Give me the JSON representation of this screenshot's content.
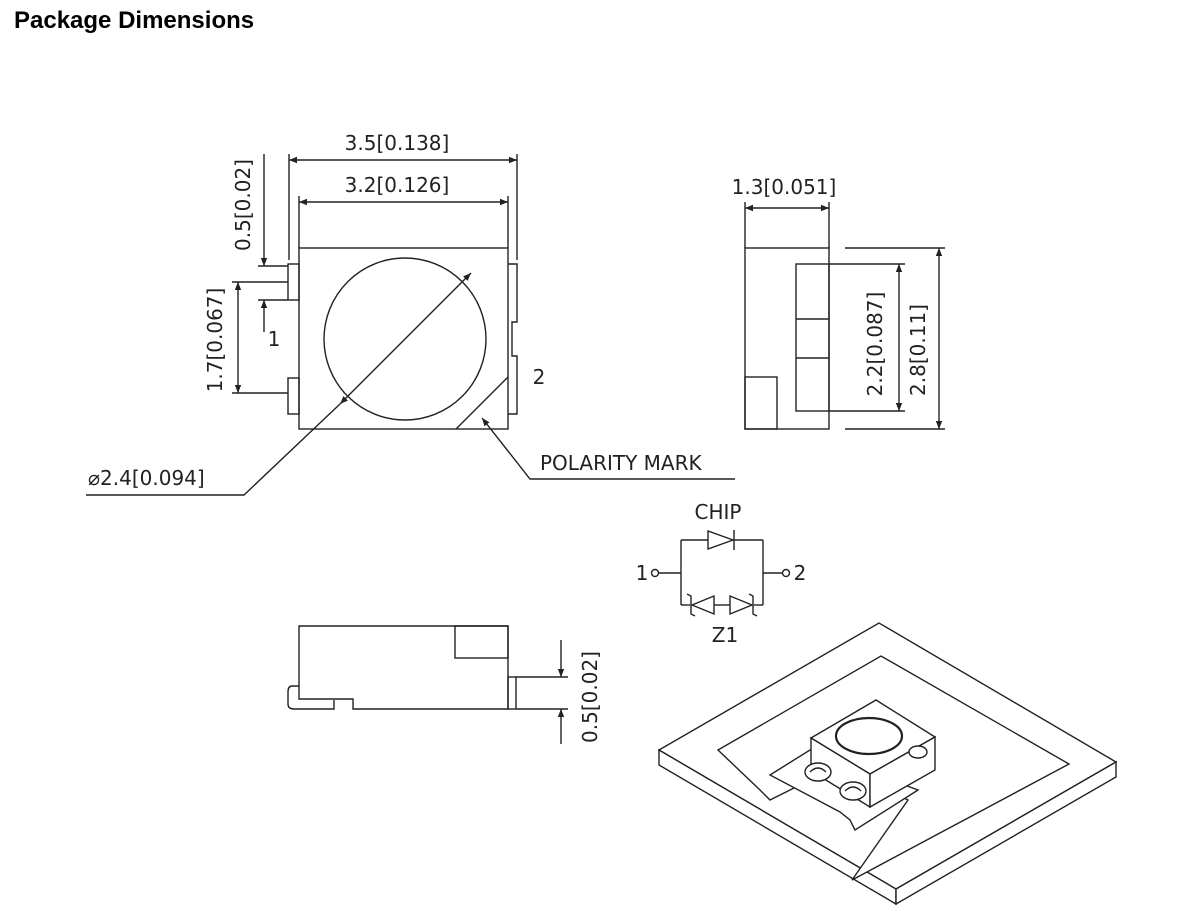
{
  "page": {
    "title": "Package Dimensions"
  },
  "top_view": {
    "overall_width": "3.5[0.138]",
    "inner_width": "3.2[0.126]",
    "pad_offset": "0.5[0.02]",
    "pad_pitch": "1.7[0.067]",
    "pin1_label": "1",
    "pin2_label": "2",
    "lens_diameter": "⌀2.4[0.094]",
    "polarity_mark": "POLARITY MARK"
  },
  "side_view": {
    "thickness": "1.3[0.051]",
    "inner_height": "2.2[0.087]",
    "overall_height": "2.8[0.11]"
  },
  "front_view": {
    "terminal_height": "0.5[0.02]"
  },
  "schematic": {
    "chip_label": "CHIP",
    "zener_label": "Z1",
    "terminal1": "1",
    "terminal2": "2"
  }
}
